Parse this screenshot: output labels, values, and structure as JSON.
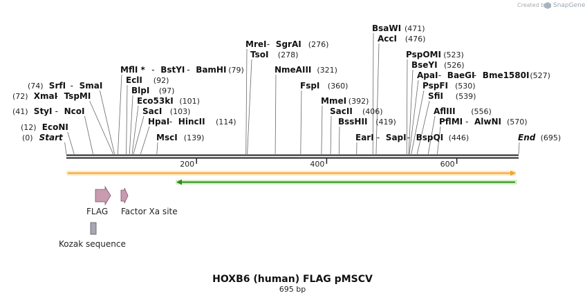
{
  "credit": {
    "prefix": "Created by",
    "brand": "SnapGene"
  },
  "title": "HOXB6 (human) FLAG pMSCV",
  "size_label": "695 bp",
  "sequence_length": 695,
  "ticks": [
    {
      "label": "200",
      "value": 200
    },
    {
      "label": "400",
      "value": 400
    },
    {
      "label": "600",
      "value": 600
    }
  ],
  "sites": [
    {
      "names": [
        "Start"
      ],
      "pos": "(0)",
      "at": 0,
      "kind": "terminus"
    },
    {
      "names": [
        "EcoNI"
      ],
      "pos": "(12)",
      "at": 12
    },
    {
      "names": [
        "StyI",
        "NcoI"
      ],
      "pos": "(41)",
      "at": 41
    },
    {
      "names": [
        "XmaI",
        "TspMI"
      ],
      "pos": "(72)",
      "at": 72
    },
    {
      "names": [
        "SrfI",
        "SmaI"
      ],
      "pos": "(74)",
      "at": 74
    },
    {
      "names": [
        "MflI *",
        "BstYI",
        "BamHI"
      ],
      "pos": "(79)",
      "at": 79
    },
    {
      "names": [
        "EclI"
      ],
      "pos": "(92)",
      "at": 92
    },
    {
      "names": [
        "BlpI"
      ],
      "pos": "(97)",
      "at": 97
    },
    {
      "names": [
        "Eco53kI"
      ],
      "pos": "(101)",
      "at": 101
    },
    {
      "names": [
        "SacI"
      ],
      "pos": "(103)",
      "at": 103
    },
    {
      "names": [
        "HpaI",
        "HincII"
      ],
      "pos": "(114)",
      "at": 114
    },
    {
      "names": [
        "MscI"
      ],
      "pos": "(139)",
      "at": 139
    },
    {
      "names": [
        "MreI",
        "SgrAI"
      ],
      "pos": "(276)",
      "at": 276
    },
    {
      "names": [
        "TsoI"
      ],
      "pos": "(278)",
      "at": 278
    },
    {
      "names": [
        "NmeAIII"
      ],
      "pos": "(321)",
      "at": 321
    },
    {
      "names": [
        "FspI"
      ],
      "pos": "(360)",
      "at": 360
    },
    {
      "names": [
        "MmeI"
      ],
      "pos": "(392)",
      "at": 392
    },
    {
      "names": [
        "SacII"
      ],
      "pos": "(406)",
      "at": 406
    },
    {
      "names": [
        "BssHII"
      ],
      "pos": "(419)",
      "at": 419
    },
    {
      "names": [
        "EarI",
        "SapI",
        "BspQI"
      ],
      "pos": "(446)",
      "at": 446
    },
    {
      "names": [
        "BsaWI"
      ],
      "pos": "(471)",
      "at": 471
    },
    {
      "names": [
        "AccI"
      ],
      "pos": "(476)",
      "at": 476
    },
    {
      "names": [
        "PspOMI"
      ],
      "pos": "(523)",
      "at": 523
    },
    {
      "names": [
        "BseYI"
      ],
      "pos": "(526)",
      "at": 526
    },
    {
      "names": [
        "ApaI",
        "BaeGI",
        "Bme1580I"
      ],
      "pos": "(527)",
      "at": 527
    },
    {
      "names": [
        "PspFI"
      ],
      "pos": "(530)",
      "at": 530
    },
    {
      "names": [
        "SfiI"
      ],
      "pos": "(539)",
      "at": 539
    },
    {
      "names": [
        "AflIII"
      ],
      "pos": "(556)",
      "at": 556
    },
    {
      "names": [
        "PflMI",
        "AlwNI"
      ],
      "pos": "(570)",
      "at": 570
    },
    {
      "names": [
        "End"
      ],
      "pos": "(695)",
      "at": 695,
      "kind": "terminus"
    }
  ],
  "features": [
    {
      "label": "FLAG",
      "type": "arrow",
      "color": "#c99ab0"
    },
    {
      "label": "Factor Xa site",
      "type": "arrow",
      "color": "#c99ab0"
    },
    {
      "label": "Kozak sequence",
      "type": "box",
      "color": "#a8a8b4"
    }
  ],
  "colors": {
    "forward_track": "#f5a623",
    "reverse_track": "#2f8a1c"
  }
}
